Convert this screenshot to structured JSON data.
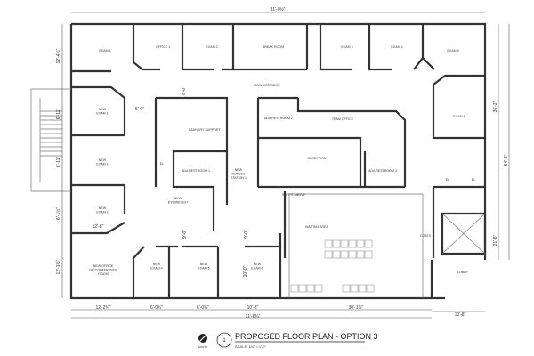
{
  "title": "PROPOSED FLOOR PLAN - OPTION 3",
  "scale": "SCALE: 1/4\" = 1'-0\"",
  "drawing_number": "1",
  "north_label": "NORTH",
  "rooms": {
    "exam1": "EXAM 1",
    "office1": "OFFICE 1",
    "exam2": "EXAM 2",
    "break_room": "BREAK ROOM",
    "exam3": "EXAM 3",
    "exam4": "EXAM 4",
    "exam5": "EXAM 5",
    "exam6": "EXAM 6",
    "main_corridor": "MAIN CORRIDOR",
    "new_exam1": [
      "NEW",
      "EXAM 1"
    ],
    "new_exam2": [
      "NEW",
      "EXAM 2"
    ],
    "new_exam3": [
      "NEW",
      "EXAM 3"
    ],
    "new_exam4": [
      "NEW",
      "EXAM 4"
    ],
    "new_exam5": [
      "NEW",
      "EXAM 5"
    ],
    "new_exam6": [
      "NEW",
      "EXAM 6"
    ],
    "laundry": "LAUNDRY SUPPORT",
    "ada_restroom1": "ADA RESTROOM 1",
    "ada_restroom2": "ADA RESTROOM 2",
    "ada_restroom3": "ADA RESTROOM 3",
    "team_office": "TEAM OFFICE",
    "reception": "RECEPTION",
    "nurses_station": [
      "NEW",
      "NURSES",
      "STATION 1"
    ],
    "eye_weight": [
      "NEW",
      "EYE/WEIGHT"
    ],
    "soffit": "SOFFIT ABOVE",
    "waiting_area": "WAITING AREA",
    "coats": "COATS",
    "lobby": "LOBBY",
    "new_office": [
      "NEW OFFICE",
      "OR CONFERENCE",
      "ROOM"
    ],
    "el_1": "EL",
    "el_2": "EL",
    "el_3": "EL"
  },
  "dimensions": {
    "top_overall": "81'-0½\"",
    "left_1": "12'-4½\"",
    "left_2": "6'-11\"",
    "left_3": "6'-11\"",
    "left_4": "6'-1½\"",
    "left_5": "12'-1½\"",
    "right_1": "36'-2\"",
    "right_overall": "54'-2\"",
    "right_2": "21'-8\"",
    "bottom_1": "12'-2¾\"",
    "bottom_2": "6'-0¾\"",
    "bottom_3": "6'-0¾\"",
    "bottom_4": "10'-8\"",
    "bottom_5": "30'-1½\"",
    "bottom_6": "10'-8\"",
    "bottom_overall": "71'-6¾\"",
    "corridor_1": "8'-0\"",
    "corridor_2": "5'-0\"",
    "exam3_width": "12'-8\"",
    "hall_1": "9'-6\"",
    "hall_2": "9'-0\"",
    "exam6_height": "10'-0\""
  }
}
